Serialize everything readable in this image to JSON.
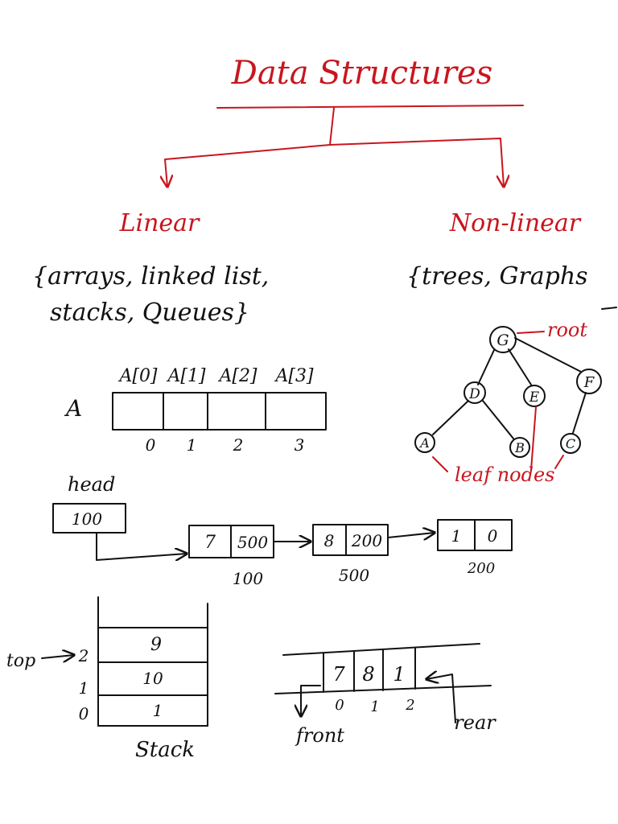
{
  "colors": {
    "accent": "#c8161e",
    "ink": "#111111",
    "background": "#ffffff"
  },
  "title": "Data Structures",
  "categories": {
    "linear": {
      "label": "Linear",
      "examples_line1": "{arrays, linked list,",
      "examples_line2": "stacks, Queues}"
    },
    "nonlinear": {
      "label": "Non-linear",
      "examples": "{trees, Graphs"
    }
  },
  "array": {
    "name": "A",
    "headers": [
      "A[0]",
      "A[1]",
      "A[2]",
      "A[3]"
    ],
    "indices": [
      "0",
      "1",
      "2",
      "3"
    ]
  },
  "linked_list": {
    "head_label": "head",
    "head_value": "100",
    "nodes": [
      {
        "data": "7",
        "next": "500",
        "address": "100"
      },
      {
        "data": "8",
        "next": "200",
        "address": "500"
      },
      {
        "data": "1",
        "next": "0",
        "address": "200"
      }
    ]
  },
  "tree": {
    "nodes": [
      "G",
      "D",
      "E",
      "F",
      "A",
      "B",
      "C"
    ],
    "root_label": "root",
    "leaf_label": "leaf nodes"
  },
  "stack": {
    "label": "Stack",
    "top_label": "top",
    "indices": [
      "2",
      "1",
      "0"
    ],
    "values": [
      "9",
      "10",
      "1"
    ]
  },
  "queue": {
    "values": [
      "7",
      "8",
      "1"
    ],
    "indices": [
      "0",
      "1",
      "2"
    ],
    "front_label": "front",
    "rear_label": "rear"
  }
}
